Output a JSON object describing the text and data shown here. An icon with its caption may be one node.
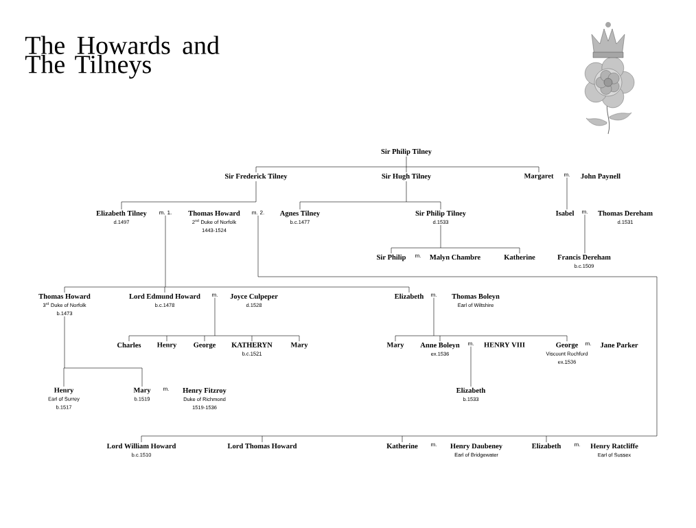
{
  "diagram": {
    "title": "The Howards and The Tilneys",
    "nodes": [
      {
        "text": [
          "Sir Philip Tilney"
        ]
      },
      {
        "text": [
          "Sir Frederick Tilney"
        ]
      },
      {
        "text": [
          "Sir Hugh Tilney"
        ]
      },
      {
        "text": [
          "Margaret"
        ]
      },
      {
        "text": [
          "m."
        ]
      },
      {
        "text": [
          "John Paynell"
        ]
      },
      {
        "text": [
          "Elizabeth Tilney",
          "d.1497"
        ]
      },
      {
        "text": [
          "m. 1."
        ]
      },
      {
        "text": [
          "Thomas Howard",
          "2$^{nd}$ Duke of Norfolk",
          "1443-1524"
        ]
      },
      {
        "text": [
          "m. 2."
        ]
      },
      {
        "text": [
          "Agnes Tilney",
          "b.c.1477"
        ]
      },
      {
        "text": [
          "Sir Philip Tilney",
          "d.1533"
        ]
      },
      {
        "text": [
          "Isabel"
        ]
      },
      {
        "text": [
          "m."
        ]
      },
      {
        "text": [
          "Thomas Dereham",
          "d.1531"
        ]
      },
      {
        "text": [
          "Sir Philip"
        ]
      },
      {
        "text": [
          "Malyn Chambre"
        ]
      },
      {
        "text": [
          "Katherine"
        ]
      },
      {
        "text": [
          "Francis Dereham",
          "b.c.1509"
        ]
      },
      {
        "text": [
          "Thomas Howard",
          "3$^{rd}$ Duke of Norfolk",
          "b.1473"
        ]
      },
      {
        "text": [
          "Lord Edmund Howard",
          "b.c.1478"
        ]
      },
      {
        "text": [
          "m."
        ]
      },
      {
        "text": [
          "Joyce Culpeper",
          "d.1528"
        ]
      },
      {
        "text": [
          "Elizabeth"
        ]
      },
      {
        "text": [
          "m."
        ]
      },
      {
        "text": [
          "Thomas Boleyn",
          "Earl of Wiltshire"
        ]
      },
      {
        "text": [
          "Charles"
        ]
      },
      {
        "text": [
          "Henry"
        ]
      },
      {
        "text": [
          "George"
        ]
      },
      {
        "text": [
          "KATHERYN",
          "b.c.1521"
        ]
      },
      {
        "text": [
          "Mary"
        ]
      },
      {
        "text": [
          "Mary"
        ]
      },
      {
        "text": [
          "Anne Boleyn",
          "ex.1536"
        ]
      },
      {
        "text": [
          "m."
        ]
      },
      {
        "text": [
          "HENRY VIII"
        ]
      },
      {
        "text": [
          "George",
          "Viscount Rochford",
          "ex.1536"
        ]
      },
      {
        "text": [
          "Jane Parker"
        ]
      },
      {
        "text": [
          "Henry",
          "Earl of Surrey",
          "b.1517"
        ]
      },
      {
        "text": [
          "Mary",
          "b.1519"
        ]
      },
      {
        "text": [
          "Henry Fitzroy",
          "Duke of Richmond",
          "1519-1536"
        ]
      },
      {
        "text": [
          "Elizabeth",
          "b.1533"
        ]
      },
      {
        "text": [
          "Lord William Howard",
          "b.c.1510"
        ]
      },
      {
        "text": [
          "Lord Thomas Howard"
        ]
      },
      {
        "text": [
          "Katherine"
        ]
      },
      {
        "text": [
          "Henry Daubeney",
          "Earl of Bridgewater"
        ]
      },
      {
        "text": [
          "Elizabeth"
        ]
      },
      {
        "text": [
          "Henry Ratcliffe",
          "Earl of Sussex"
        ]
      }
    ],
    "edges": [
      {
        "from": 0,
        "to": 1,
        "arrow": "none"
      },
      {
        "from": 0,
        "to": 2,
        "arrow": "none"
      },
      {
        "from": 0,
        "to": 3,
        "arrow": "none"
      },
      {
        "from": 1,
        "to": 6,
        "arrow": "none"
      },
      {
        "from": 2,
        "to": 10,
        "arrow": "none"
      },
      {
        "from": 2,
        "to": 11,
        "arrow": "none"
      },
      {
        "from": 4,
        "to": 12,
        "arrow": "none"
      },
      {
        "from": 11,
        "to": 15,
        "arrow": "none"
      },
      {
        "from": 11,
        "to": 17,
        "arrow": "none"
      },
      {
        "from": 13,
        "to": 18,
        "arrow": "none"
      },
      {
        "from": 7,
        "to": 19,
        "arrow": "none"
      },
      {
        "from": 7,
        "to": 20,
        "arrow": "none"
      },
      {
        "from": 7,
        "to": 23,
        "arrow": "none"
      },
      {
        "from": 21,
        "to": 26,
        "arrow": "none"
      },
      {
        "from": 21,
        "to": 27,
        "arrow": "none"
      },
      {
        "from": 21,
        "to": 28,
        "arrow": "none"
      },
      {
        "from": 21,
        "to": 29,
        "arrow": "none"
      },
      {
        "from": 21,
        "to": 30,
        "arrow": "none"
      },
      {
        "from": 24,
        "to": 31,
        "arrow": "none"
      },
      {
        "from": 24,
        "to": 32,
        "arrow": "none"
      },
      {
        "from": 24,
        "to": 35,
        "arrow": "none"
      },
      {
        "from": 33,
        "to": 40,
        "arrow": "none"
      },
      {
        "from": 19,
        "to": 37,
        "arrow": "none"
      },
      {
        "from": 19,
        "to": 38,
        "arrow": "none"
      },
      {
        "from": 9,
        "to": 41,
        "arrow": "none"
      },
      {
        "from": 9,
        "to": 42,
        "arrow": "none"
      },
      {
        "from": 9,
        "to": 43,
        "arrow": "none"
      },
      {
        "from": 9,
        "to": 45,
        "arrow": "none"
      }
    ],
    "labels": [
      "m.",
      "m.",
      "m.",
      "m.",
      "m."
    ]
  }
}
